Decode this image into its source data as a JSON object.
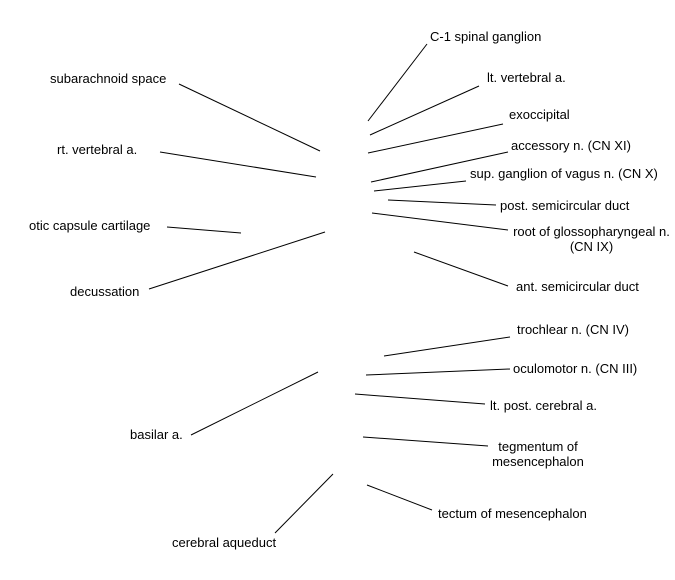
{
  "labels": {
    "c1_spinal_ganglion": "C-1 spinal ganglion",
    "lt_vertebral_a": "lt. vertebral a.",
    "exoccipital": "exoccipital",
    "accessory_n": "accessory n. (CN XI)",
    "sup_ganglion_vagus": "sup. ganglion of vagus n. (CN X)",
    "post_semicircular_duct": "post. semicircular duct",
    "root_glossopharyngeal_1": "root of glossopharyngeal n.",
    "root_glossopharyngeal_2": "(CN IX)",
    "ant_semicircular_duct": "ant. semicircular duct",
    "trochlear_n": "trochlear n. (CN IV)",
    "oculomotor_n": "oculomotor n. (CN III)",
    "lt_post_cerebral_a": "lt. post. cerebral a.",
    "tegmentum_1": "tegmentum of",
    "tegmentum_2": "mesencephalon",
    "tectum": "tectum of mesencephalon",
    "subarachnoid_space": "subarachnoid space",
    "rt_vertebral_a": "rt. vertebral a.",
    "otic_capsule_cartilage": "otic capsule cartilage",
    "decussation": "decussation",
    "basilar_a": "basilar a.",
    "cerebral_aqueduct": "cerebral aqueduct"
  },
  "colors": {
    "line": "#000000",
    "text": "#000000",
    "background": "#ffffff"
  }
}
